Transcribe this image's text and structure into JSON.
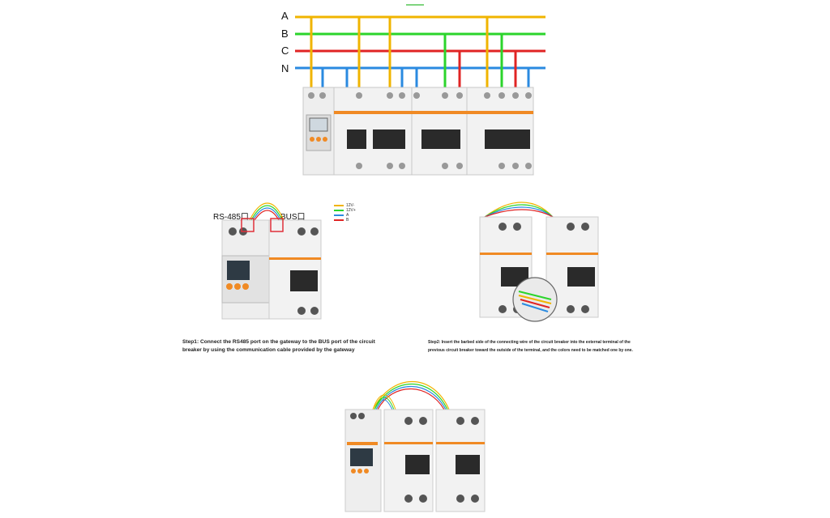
{
  "colors": {
    "line_a": "#f0b400",
    "line_b": "#2bd42b",
    "line_c": "#e02424",
    "line_n": "#2a8ae0",
    "accent_orange": "#f08a24",
    "highlight_red": "#e0303a"
  },
  "bus_lines": [
    {
      "label": "A",
      "color": "#f0b400"
    },
    {
      "label": "B",
      "color": "#2bd42b"
    },
    {
      "label": "C",
      "color": "#e02424"
    },
    {
      "label": "N",
      "color": "#2a8ae0"
    }
  ],
  "step1": {
    "port_left": "RS-485口",
    "port_right": "BUS口",
    "legend": [
      {
        "label": "12V-",
        "color": "#f0b400"
      },
      {
        "label": "12V+",
        "color": "#2bd42b"
      },
      {
        "label": "A",
        "color": "#2a8ae0"
      },
      {
        "label": "B",
        "color": "#e02424"
      }
    ],
    "caption_line1": "Step1: Connect the RS485 port on the gateway to the BUS port of the circuit",
    "caption_line2": "breaker by using the communication cable provided by the gateway"
  },
  "step2": {
    "caption_line1": "Step2: Insert the barbed side of the connecting wire of the circuit breaker into the external terminal of the",
    "caption_line2": "previous circuit breaker toward the outside of the terminal, and the colors need to be matched one by one."
  },
  "icons": [
    "gateway-device",
    "circuit-breaker",
    "wire-closeup"
  ]
}
